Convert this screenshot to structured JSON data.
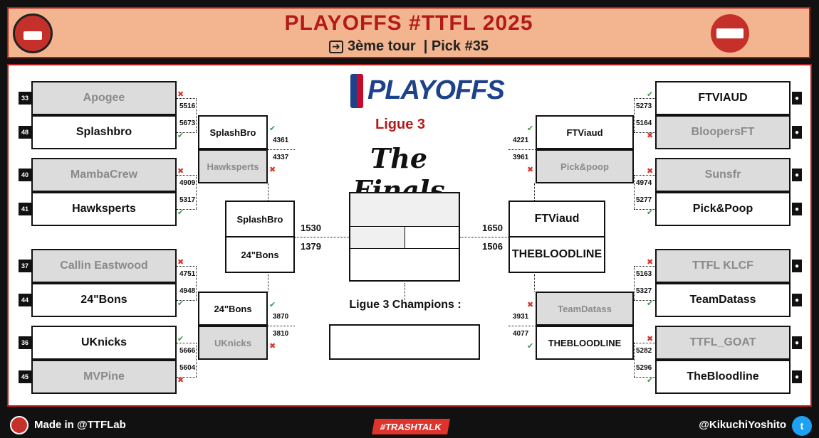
{
  "header": {
    "title": "PLAYOFFS #TTFL 2025",
    "subtitle_round": "3ème tour",
    "subtitle_pick": "| Pick #35",
    "round_icon": "➜"
  },
  "center": {
    "nba_playoffs": "PLAYOFFS",
    "ligue": "Ligue 3",
    "finals": "The Finals",
    "champions_label": "Ligue 3  Champions :"
  },
  "left": {
    "r1": [
      {
        "seed": "33",
        "name": "Apogee",
        "score": "5516",
        "result": "x"
      },
      {
        "seed": "48",
        "name": "Splashbro",
        "score": "5673",
        "result": "ok"
      },
      {
        "seed": "40",
        "name": "MambaCrew",
        "score": "4909",
        "result": "x"
      },
      {
        "seed": "41",
        "name": "Hawksperts",
        "score": "5317",
        "result": "ok"
      },
      {
        "seed": "37",
        "name": "Callin Eastwood",
        "score": "4751",
        "result": "x"
      },
      {
        "seed": "44",
        "name": "24\"Bons",
        "score": "4948",
        "result": "ok"
      },
      {
        "seed": "36",
        "name": "UKnicks",
        "score": "5666",
        "result": "ok"
      },
      {
        "seed": "45",
        "name": "MVPine",
        "score": "5604",
        "result": "x"
      }
    ],
    "r2": [
      {
        "name": "SplashBro",
        "score": "4361",
        "result": "ok"
      },
      {
        "name": "Hawksperts",
        "score": "4337",
        "result": "x"
      },
      {
        "name": "24\"Bons",
        "score": "3870",
        "result": "ok"
      },
      {
        "name": "UKnicks",
        "score": "3810",
        "result": "x"
      }
    ],
    "r3": [
      {
        "name": "SplashBro",
        "score": "1530"
      },
      {
        "name": "24\"Bons",
        "score": "1379"
      }
    ]
  },
  "right": {
    "r1": [
      {
        "name": "FTVIAUD",
        "score": "5273",
        "result": "ok"
      },
      {
        "name": "BloopersFT",
        "score": "5164",
        "result": "x"
      },
      {
        "name": "Sunsfr",
        "score": "4974",
        "result": "x"
      },
      {
        "name": "Pick&Poop",
        "score": "5277",
        "result": "ok"
      },
      {
        "name": "TTFL KLCF",
        "score": "5163",
        "result": "x"
      },
      {
        "name": "TeamDatass",
        "score": "5327",
        "result": "ok"
      },
      {
        "name": "TTFL_GOAT",
        "score": "5282",
        "result": "x"
      },
      {
        "name": "TheBloodline",
        "score": "5296",
        "result": "ok"
      }
    ],
    "r2": [
      {
        "name": "FTViaud",
        "score": "4221",
        "result": "ok"
      },
      {
        "name": "Pick&poop",
        "score": "3961",
        "result": "x"
      },
      {
        "name": "TeamDatass",
        "score": "3931",
        "result": "x"
      },
      {
        "name": "THEBLOODLINE",
        "score": "4077",
        "result": "ok"
      }
    ],
    "r3": [
      {
        "name": "FTViaud",
        "score": "1650"
      },
      {
        "name": "THEBLOODLINE",
        "score": "1506"
      }
    ]
  },
  "marks": {
    "x": "✖",
    "ok": "✔",
    "dot": "●"
  },
  "footer": {
    "made_in": "Made in @TTFLab",
    "hashtag": "#TRASHTALK",
    "handle": "@KikuchiYoshito",
    "twitter_icon": "t"
  },
  "colors": {
    "accent": "#b31b1b",
    "header_bg": "#f2b58f",
    "loser_bg": "#dcdcdc"
  }
}
